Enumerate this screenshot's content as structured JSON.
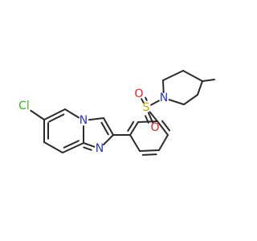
{
  "molecule": {
    "colors": {
      "bond": "#2b2b2b",
      "nitrogen": "#2b35c9",
      "oxygen": "#e0201b",
      "sulfur": "#c6a400",
      "chlorine": "#3bb41a",
      "background": "#ffffff"
    },
    "atoms": [
      {
        "id": "Cl",
        "text": "Cl",
        "element": "chlorine"
      },
      {
        "id": "N_ring",
        "text": "N",
        "element": "nitrogen"
      },
      {
        "id": "N_imine",
        "text": "N",
        "element": "nitrogen"
      },
      {
        "id": "S",
        "text": "S",
        "element": "sulfur"
      },
      {
        "id": "O_top",
        "text": "O",
        "element": "oxygen"
      },
      {
        "id": "O_bottom",
        "text": "O",
        "element": "oxygen"
      },
      {
        "id": "N_pip",
        "text": "N",
        "element": "nitrogen"
      }
    ]
  }
}
